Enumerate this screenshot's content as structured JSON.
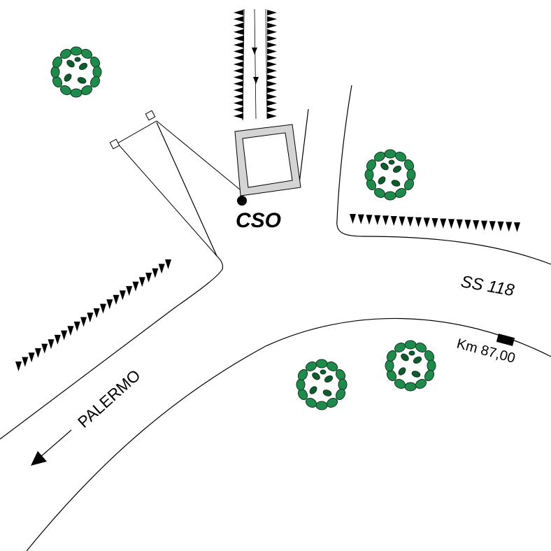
{
  "labels": {
    "station": "CSO",
    "road": "SS 118",
    "km_marker": "Km 87,00",
    "direction": "PALERMO"
  },
  "colors": {
    "line": "#000000",
    "tree_leaf": "#1f8a4c",
    "tree_leaf_dark": "#0f5a2e",
    "building_fill": "#d4d4d4",
    "background": "#ffffff"
  },
  "icons": {
    "tree": "tree-icon",
    "station_point": "station-dot-icon",
    "km_marker": "km-marker-icon",
    "direction_arrow": "arrow-left-icon",
    "building": "building-icon"
  }
}
